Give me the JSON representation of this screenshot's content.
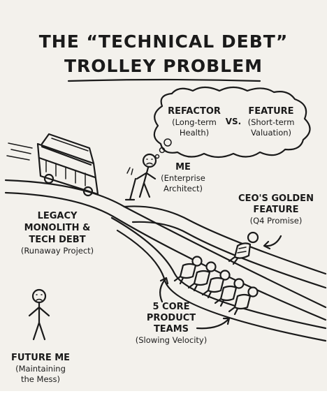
{
  "title": {
    "line1": "THE “TECHNICAL DEBT”",
    "line2": "TROLLEY PROBLEM"
  },
  "thought_bubble": {
    "option_a_title": "REFACTOR",
    "option_a_sub1": "(Long-term",
    "option_a_sub2": "Health)",
    "versus": "VS.",
    "option_b_title": "FEATURE",
    "option_b_sub1": "(Short-term",
    "option_b_sub2": "Valuation)"
  },
  "me": {
    "title": "ME",
    "sub1": "(Enterprise",
    "sub2": "Architect)"
  },
  "trolley": {
    "line1": "LEGACY",
    "line2": "MONOLITH &",
    "line3": "TECH DEBT",
    "line4": "(Runaway Project)"
  },
  "ceo": {
    "line1": "CEO'S GOLDEN",
    "line2": "FEATURE",
    "line3": "(Q4 Promise)"
  },
  "teams": {
    "line1": "5 CORE",
    "line2": "PRODUCT",
    "line3": "TEAMS",
    "line4": "(Slowing Velocity)"
  },
  "future_me": {
    "line1": "FUTURE ME",
    "line2": "(Maintaining",
    "line3": "the Mess)"
  }
}
